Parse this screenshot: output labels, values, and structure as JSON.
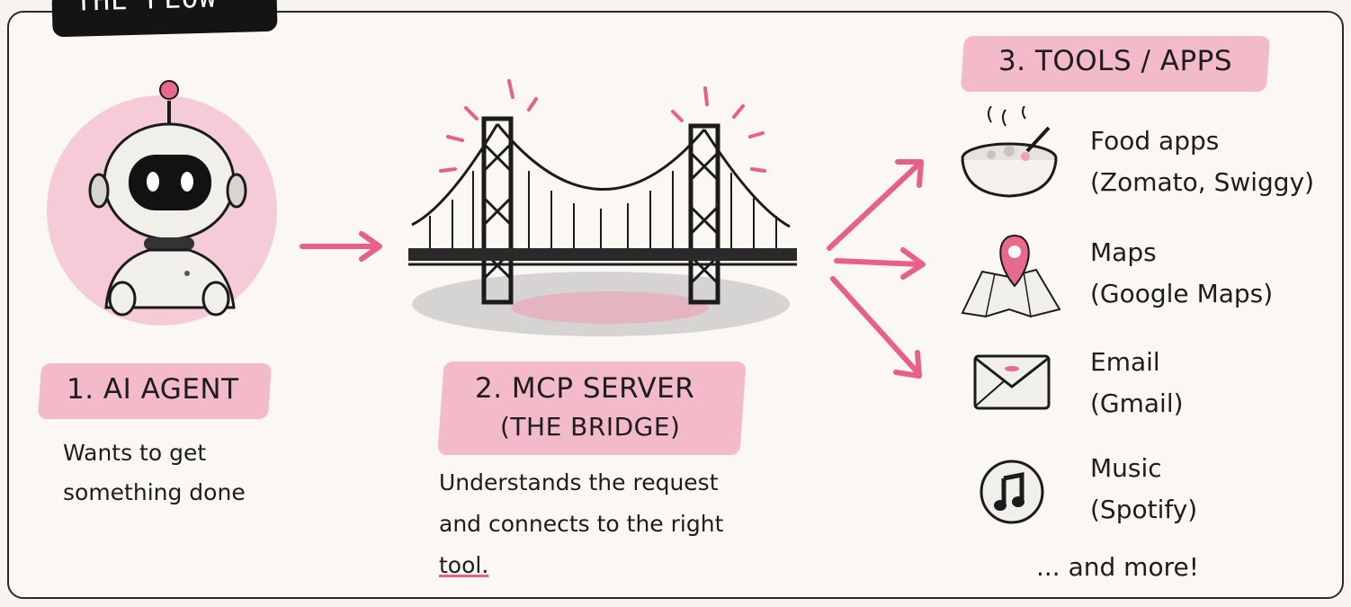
{
  "header": {
    "title": "THE FLOW"
  },
  "agent": {
    "heading": "1. AI AGENT",
    "description_lines": [
      "Wants to get",
      "something done"
    ]
  },
  "server": {
    "heading": "2. MCP SERVER",
    "subheading": "(THE BRIDGE)",
    "description_lines": [
      "Understands the request",
      "and connects to the right",
      "tool."
    ]
  },
  "tools": {
    "heading": "3. TOOLS / APPS",
    "items": [
      {
        "name": "Food apps",
        "detail": "(Zomato, Swiggy)",
        "icon": "food-bowl-icon"
      },
      {
        "name": "Maps",
        "detail": "(Google Maps)",
        "icon": "map-pin-icon"
      },
      {
        "name": "Email",
        "detail": "(Gmail)",
        "icon": "envelope-icon"
      },
      {
        "name": "Music",
        "detail": "(Spotify)",
        "icon": "music-note-icon"
      }
    ],
    "footer": "... and more!"
  },
  "colors": {
    "accent_pink": "#ef9fb6",
    "arrow_pink": "#e85f88",
    "ink": "#1d1d1d"
  }
}
